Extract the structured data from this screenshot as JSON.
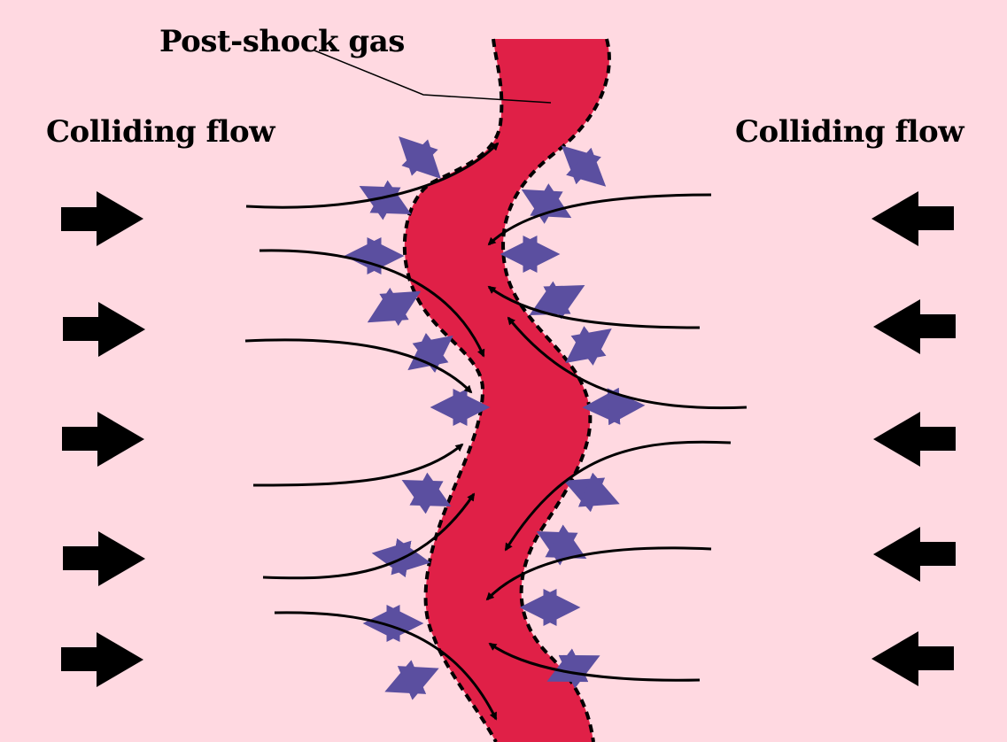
{
  "labels": {
    "post_shock_gas": "Post-shock gas",
    "colliding_flow_left": "Colliding flow",
    "colliding_flow_right": "Colliding flow"
  },
  "colors": {
    "background": "#ffd9e1",
    "shocked_layer": "#e02047",
    "shock_front": "#000000",
    "instability_arrows": "#5b4fa0",
    "flow_arrows": "#000000"
  },
  "icons": {
    "inflow_left": "right-arrow-icon",
    "inflow_right": "left-arrow-icon",
    "instability": "double-headed-arrow-icon"
  }
}
